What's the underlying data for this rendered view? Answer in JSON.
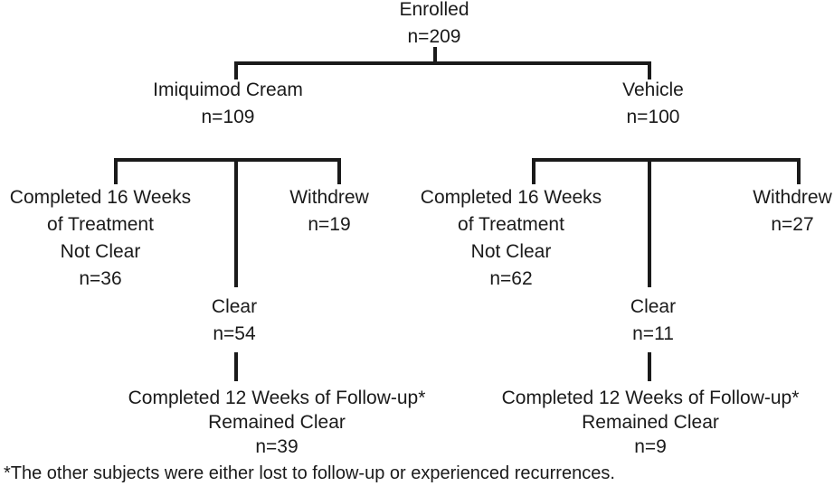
{
  "root": {
    "title": "Enrolled",
    "n": "n=209"
  },
  "arms": [
    {
      "label": "Imiquimod Cream",
      "n": "n=109",
      "not_clear": {
        "lines": [
          "Completed 16 Weeks",
          "of Treatment",
          "Not Clear"
        ],
        "n": "n=36"
      },
      "clear": {
        "label": "Clear",
        "n": "n=54"
      },
      "withdrew": {
        "label": "Withdrew",
        "n": "n=19"
      },
      "followup": {
        "lines": [
          "Completed 12 Weeks of Follow-up*",
          "Remained Clear"
        ],
        "n": "n=39"
      }
    },
    {
      "label": "Vehicle",
      "n": "n=100",
      "not_clear": {
        "lines": [
          "Completed 16 Weeks",
          "of Treatment",
          "Not Clear"
        ],
        "n": "n=62"
      },
      "clear": {
        "label": "Clear",
        "n": "n=11"
      },
      "withdrew": {
        "label": "Withdrew",
        "n": "n=27"
      },
      "followup": {
        "lines": [
          "Completed 12 Weeks of Follow-up*",
          "Remained Clear"
        ],
        "n": "n=9"
      }
    }
  ],
  "footnote": "*The other subjects were either lost to follow-up or experienced recurrences."
}
